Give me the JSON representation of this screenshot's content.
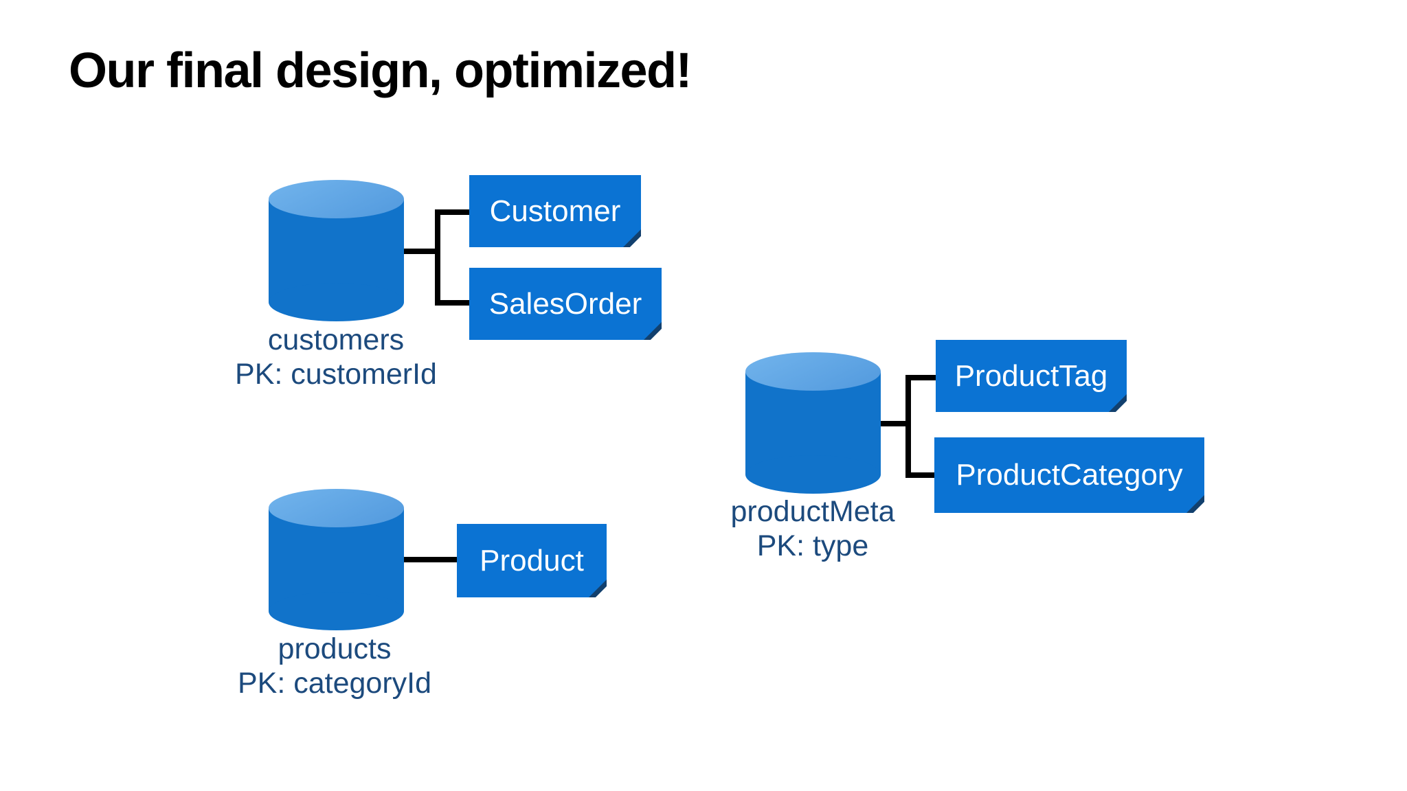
{
  "title": "Our final design, optimized!",
  "colors": {
    "card_blue": "#0b73d3",
    "cylinder_body_blue": "#1173ca",
    "cylinder_top_blue": "#5fa5e3",
    "label_navy": "#1c4a7d",
    "connector_black": "#000000",
    "card_text_white": "#ffffff",
    "fold_shade": "#12406e",
    "title_black": "#000000"
  },
  "groups": [
    {
      "name": "customers",
      "pk": "PK: customerId",
      "boxes": [
        "Customer",
        "SalesOrder"
      ]
    },
    {
      "name": "products",
      "pk": "PK: categoryId",
      "boxes": [
        "Product"
      ]
    },
    {
      "name": "productMeta",
      "pk": "PK: type",
      "boxes": [
        "ProductTag",
        "ProductCategory"
      ]
    }
  ]
}
